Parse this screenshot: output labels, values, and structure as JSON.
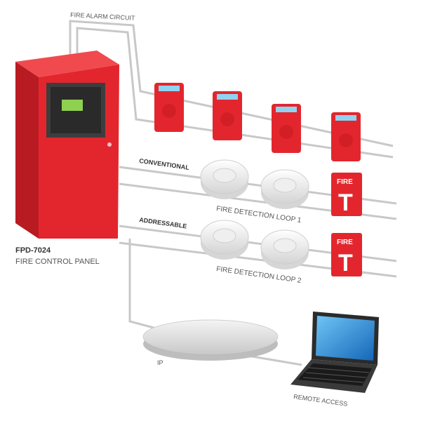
{
  "labels": {
    "alarm_circuit": "FIRE ALARM CIRCUIT",
    "conventional": "CONVENTIONAL",
    "addressable": "ADDRESSABLE",
    "loop1": "FIRE DETECTION LOOP 1",
    "loop2": "FIRE DETECTION LOOP 2",
    "panel_model": "FPD-7024",
    "panel_name": "FIRE CONTROL PANEL",
    "ip": "IP",
    "remote": "REMOTE ACCESS",
    "fire_text": "FIRE",
    "pull_text": "T"
  },
  "colors": {
    "panel_red": "#e3262d",
    "panel_dark": "#b81b21",
    "display_green": "#8fd14f",
    "strobe_blue": "#8fd3f2",
    "wire": "#c8c8c8",
    "screen_blue": "#1f8fd8"
  },
  "icons": {
    "panel": "fire-control-panel",
    "horn_strobe": "horn-strobe",
    "smoke_detector": "smoke-detector",
    "pull_station": "manual-pull-station",
    "ip_hub": "ip-network-hub",
    "laptop": "laptop"
  }
}
